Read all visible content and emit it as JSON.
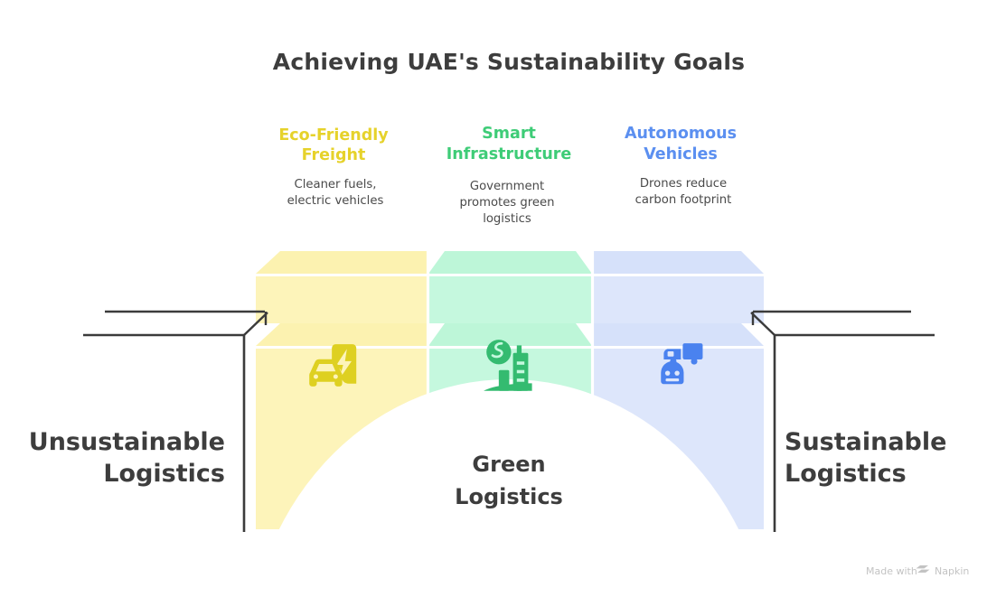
{
  "page": {
    "title": "Achieving UAE's Sustainability Goals",
    "background_color": "#ffffff"
  },
  "columns": [
    {
      "id": "eco-friendly-freight",
      "heading": "Eco-Friendly Freight",
      "heading_line1": "Eco-Friendly",
      "heading_line2": "Freight",
      "description": "Cleaner fuels, electric vehicles",
      "desc_line1": "Cleaner fuels,",
      "desc_line2": "electric vehicles",
      "heading_color": "#e6d22b",
      "block_fill": "#fdf4ba",
      "block_top_fill": "#fcf2b0",
      "block_side_fill": "#f7eb9e",
      "icon_color": "#ded021",
      "icon_name": "electric-vehicle-charging-icon"
    },
    {
      "id": "smart-infrastructure",
      "heading": "Smart Infrastructure",
      "heading_line1": "Smart",
      "heading_line2": "Infrastructure",
      "description": "Government promotes green logistics",
      "desc_line1": "Government",
      "desc_line2": "promotes green",
      "desc_line3": "logistics",
      "heading_color": "#3ecc77",
      "block_fill": "#c5f8de",
      "block_top_fill": "#bdf6d8",
      "block_side_fill": "#aef0cd",
      "icon_color": "#34bb70",
      "icon_name": "globe-city-infrastructure-icon"
    },
    {
      "id": "autonomous-vehicles",
      "heading": "Autonomous Vehicles",
      "heading_line1": "Autonomous",
      "heading_line2": "Vehicles",
      "description": "Drones reduce carbon footprint",
      "desc_line1": "Drones reduce",
      "desc_line2": "carbon footprint",
      "heading_color": "#5b8ff0",
      "block_fill": "#dde6fb",
      "block_top_fill": "#d6e1fa",
      "block_side_fill": "#cbd9f7",
      "icon_color": "#4a82ef",
      "icon_name": "robot-delivery-truck-icon"
    }
  ],
  "bridge": {
    "left_label_line1": "Unsustainable",
    "left_label_line2": "Logistics",
    "right_label_line1": "Sustainable",
    "right_label_line2": "Logistics",
    "arch_label_line1": "Green",
    "arch_label_line2": "Logistics",
    "label_color": "#3d3d3d",
    "road_color": "#3b3b3b"
  },
  "watermark": {
    "prefix": "Made with",
    "brand": "Napkin",
    "color": "#c3c3c3"
  }
}
